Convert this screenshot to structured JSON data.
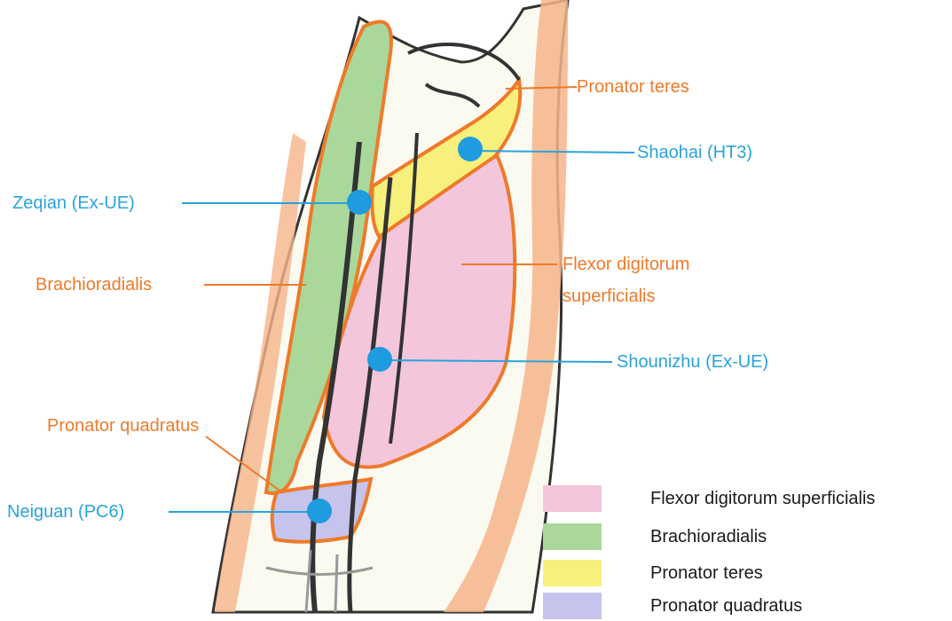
{
  "muscle_labels": {
    "pronator_teres": "Pronator teres",
    "brachioradialis": "Brachioradialis",
    "flexor_line1": "Flexor digitorum",
    "flexor_line2": "superficialis",
    "pronator_quadratus": "Pronator quadratus"
  },
  "acupoints": {
    "shaohai": "Shaohai (HT3)",
    "zeqian": "Zeqian (Ex-UE)",
    "shounizhu": "Shounizhu (Ex-UE)",
    "neiguan": "Neiguan (PC6)"
  },
  "legend": [
    {
      "label": "Flexor digitorum superficialis",
      "color": "#f4c6dc"
    },
    {
      "label": "Brachioradialis",
      "color": "#a9d89a"
    },
    {
      "label": "Pronator teres",
      "color": "#f7f07c"
    },
    {
      "label": "Pronator quadratus",
      "color": "#c6c3ec"
    }
  ],
  "colors": {
    "muscle_outline": "#ee7a2a",
    "acupoint": "#1f9be0",
    "skin": "#f6b48a"
  }
}
